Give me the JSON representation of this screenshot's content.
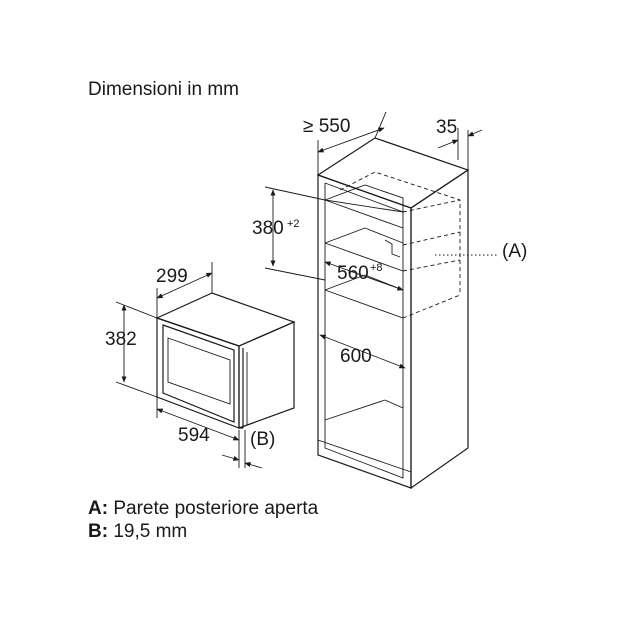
{
  "title": "Dimensioni in mm",
  "dimensions": {
    "cabinet_depth": "≥ 550",
    "side_offset": "35",
    "niche_height": "380",
    "niche_height_tol": "+2",
    "niche_width": "560",
    "niche_width_tol": "+8",
    "cabinet_width": "600",
    "appliance_depth": "299",
    "appliance_height": "382",
    "appliance_width": "594"
  },
  "markers": {
    "a": "(A)",
    "b": "(B)"
  },
  "legend": [
    {
      "key": "A:",
      "text": " Parete posteriore aperta"
    },
    {
      "key": "B:",
      "text": " 19,5 mm"
    }
  ]
}
